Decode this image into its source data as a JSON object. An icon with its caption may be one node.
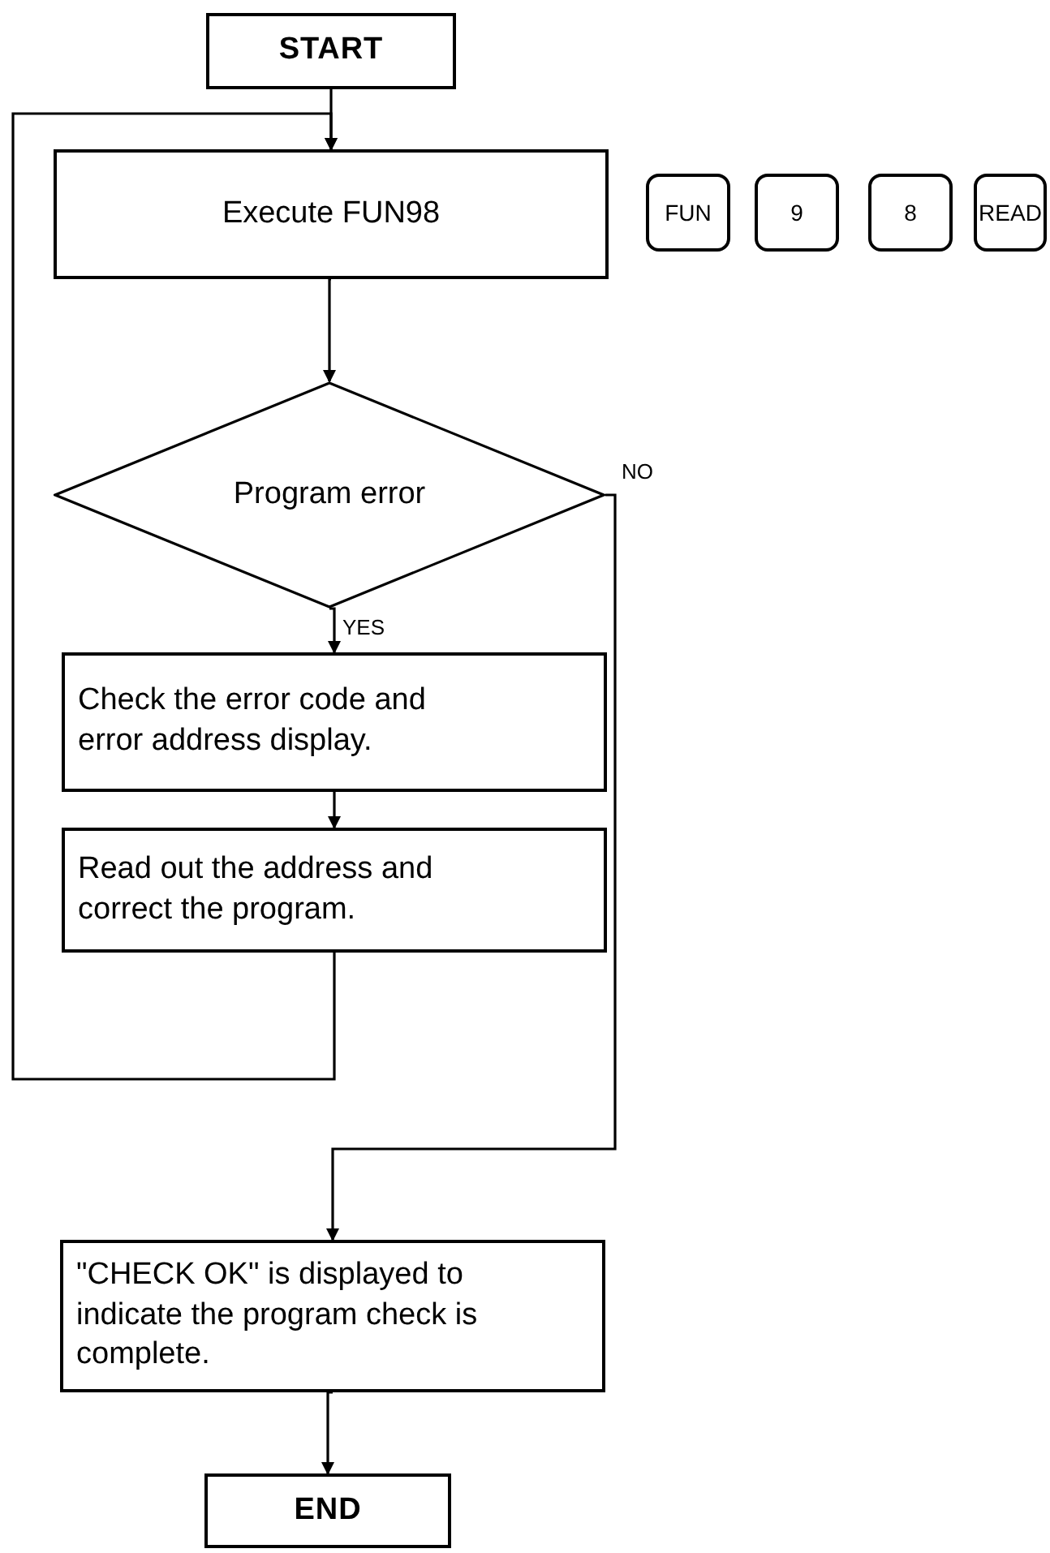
{
  "diagram": {
    "nodes": [
      {
        "text": [
          "START"
        ]
      },
      {
        "text": [
          "Execute FUN98"
        ]
      },
      {
        "text": [
          "Program error"
        ]
      },
      {
        "text": [
          "Check the error code and error address display."
        ]
      },
      {
        "text": [
          "Read out the address and correct the program."
        ]
      },
      {
        "text": [
          "\"CHECK OK\" is displayed to indicate the program check is complete."
        ]
      },
      {
        "text": [
          "END"
        ]
      },
      {
        "text": [
          "FUN"
        ]
      },
      {
        "text": [
          "9"
        ]
      },
      {
        "text": [
          "8"
        ]
      },
      {
        "text": [
          "READ"
        ]
      }
    ],
    "edges": [
      {
        "from": 0,
        "to": 1,
        "arrow": "to"
      },
      {
        "from": 1,
        "to": 2,
        "arrow": "to"
      },
      {
        "from": 2,
        "to": 3,
        "arrow": "to",
        "label": "YES"
      },
      {
        "from": 3,
        "to": 4,
        "arrow": "to"
      },
      {
        "from": 4,
        "to": 1,
        "arrow": "to"
      },
      {
        "from": 2,
        "to": 5,
        "arrow": "to",
        "label": "NO"
      },
      {
        "from": 5,
        "to": 6,
        "arrow": "to"
      }
    ]
  }
}
